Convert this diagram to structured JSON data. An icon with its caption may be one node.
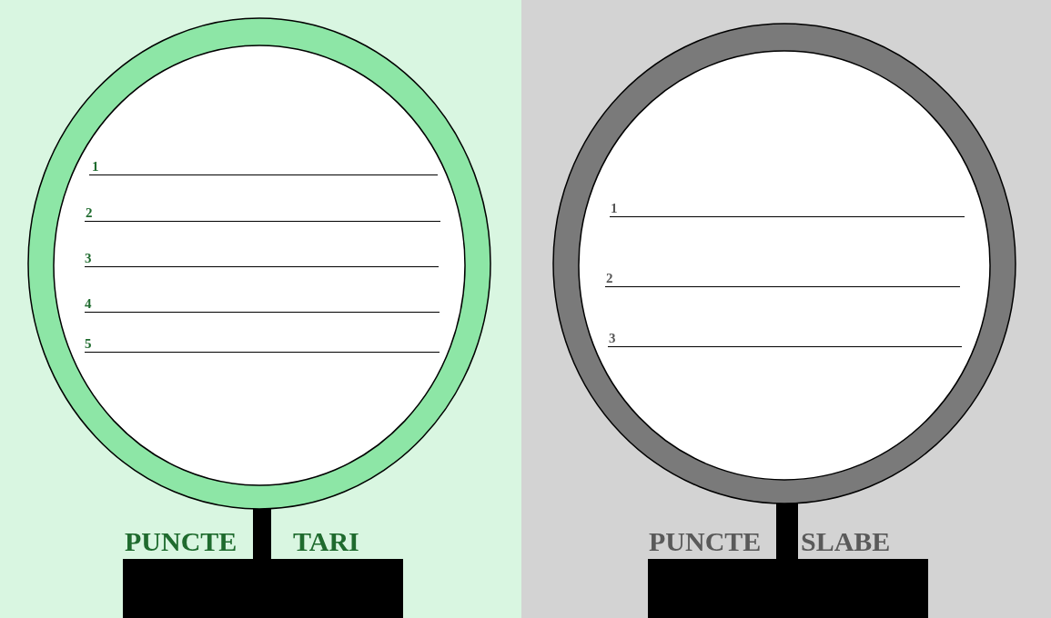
{
  "diagram": {
    "labels": [
      "1",
      "2",
      "3",
      "4",
      "5",
      "PUNCTE",
      "TARI",
      "1",
      "2",
      "3",
      "PUNCTE",
      "SLABE"
    ]
  }
}
